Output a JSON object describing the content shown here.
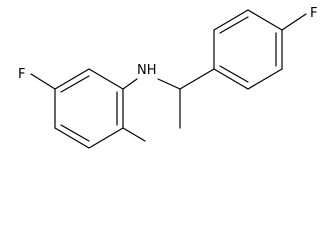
{
  "diagram": {
    "labels": {
      "fluoro_left": "F",
      "amine": "NH",
      "fluoro_right": "F"
    },
    "colors": {
      "background": "#ffffff",
      "ink": "#000000"
    }
  }
}
